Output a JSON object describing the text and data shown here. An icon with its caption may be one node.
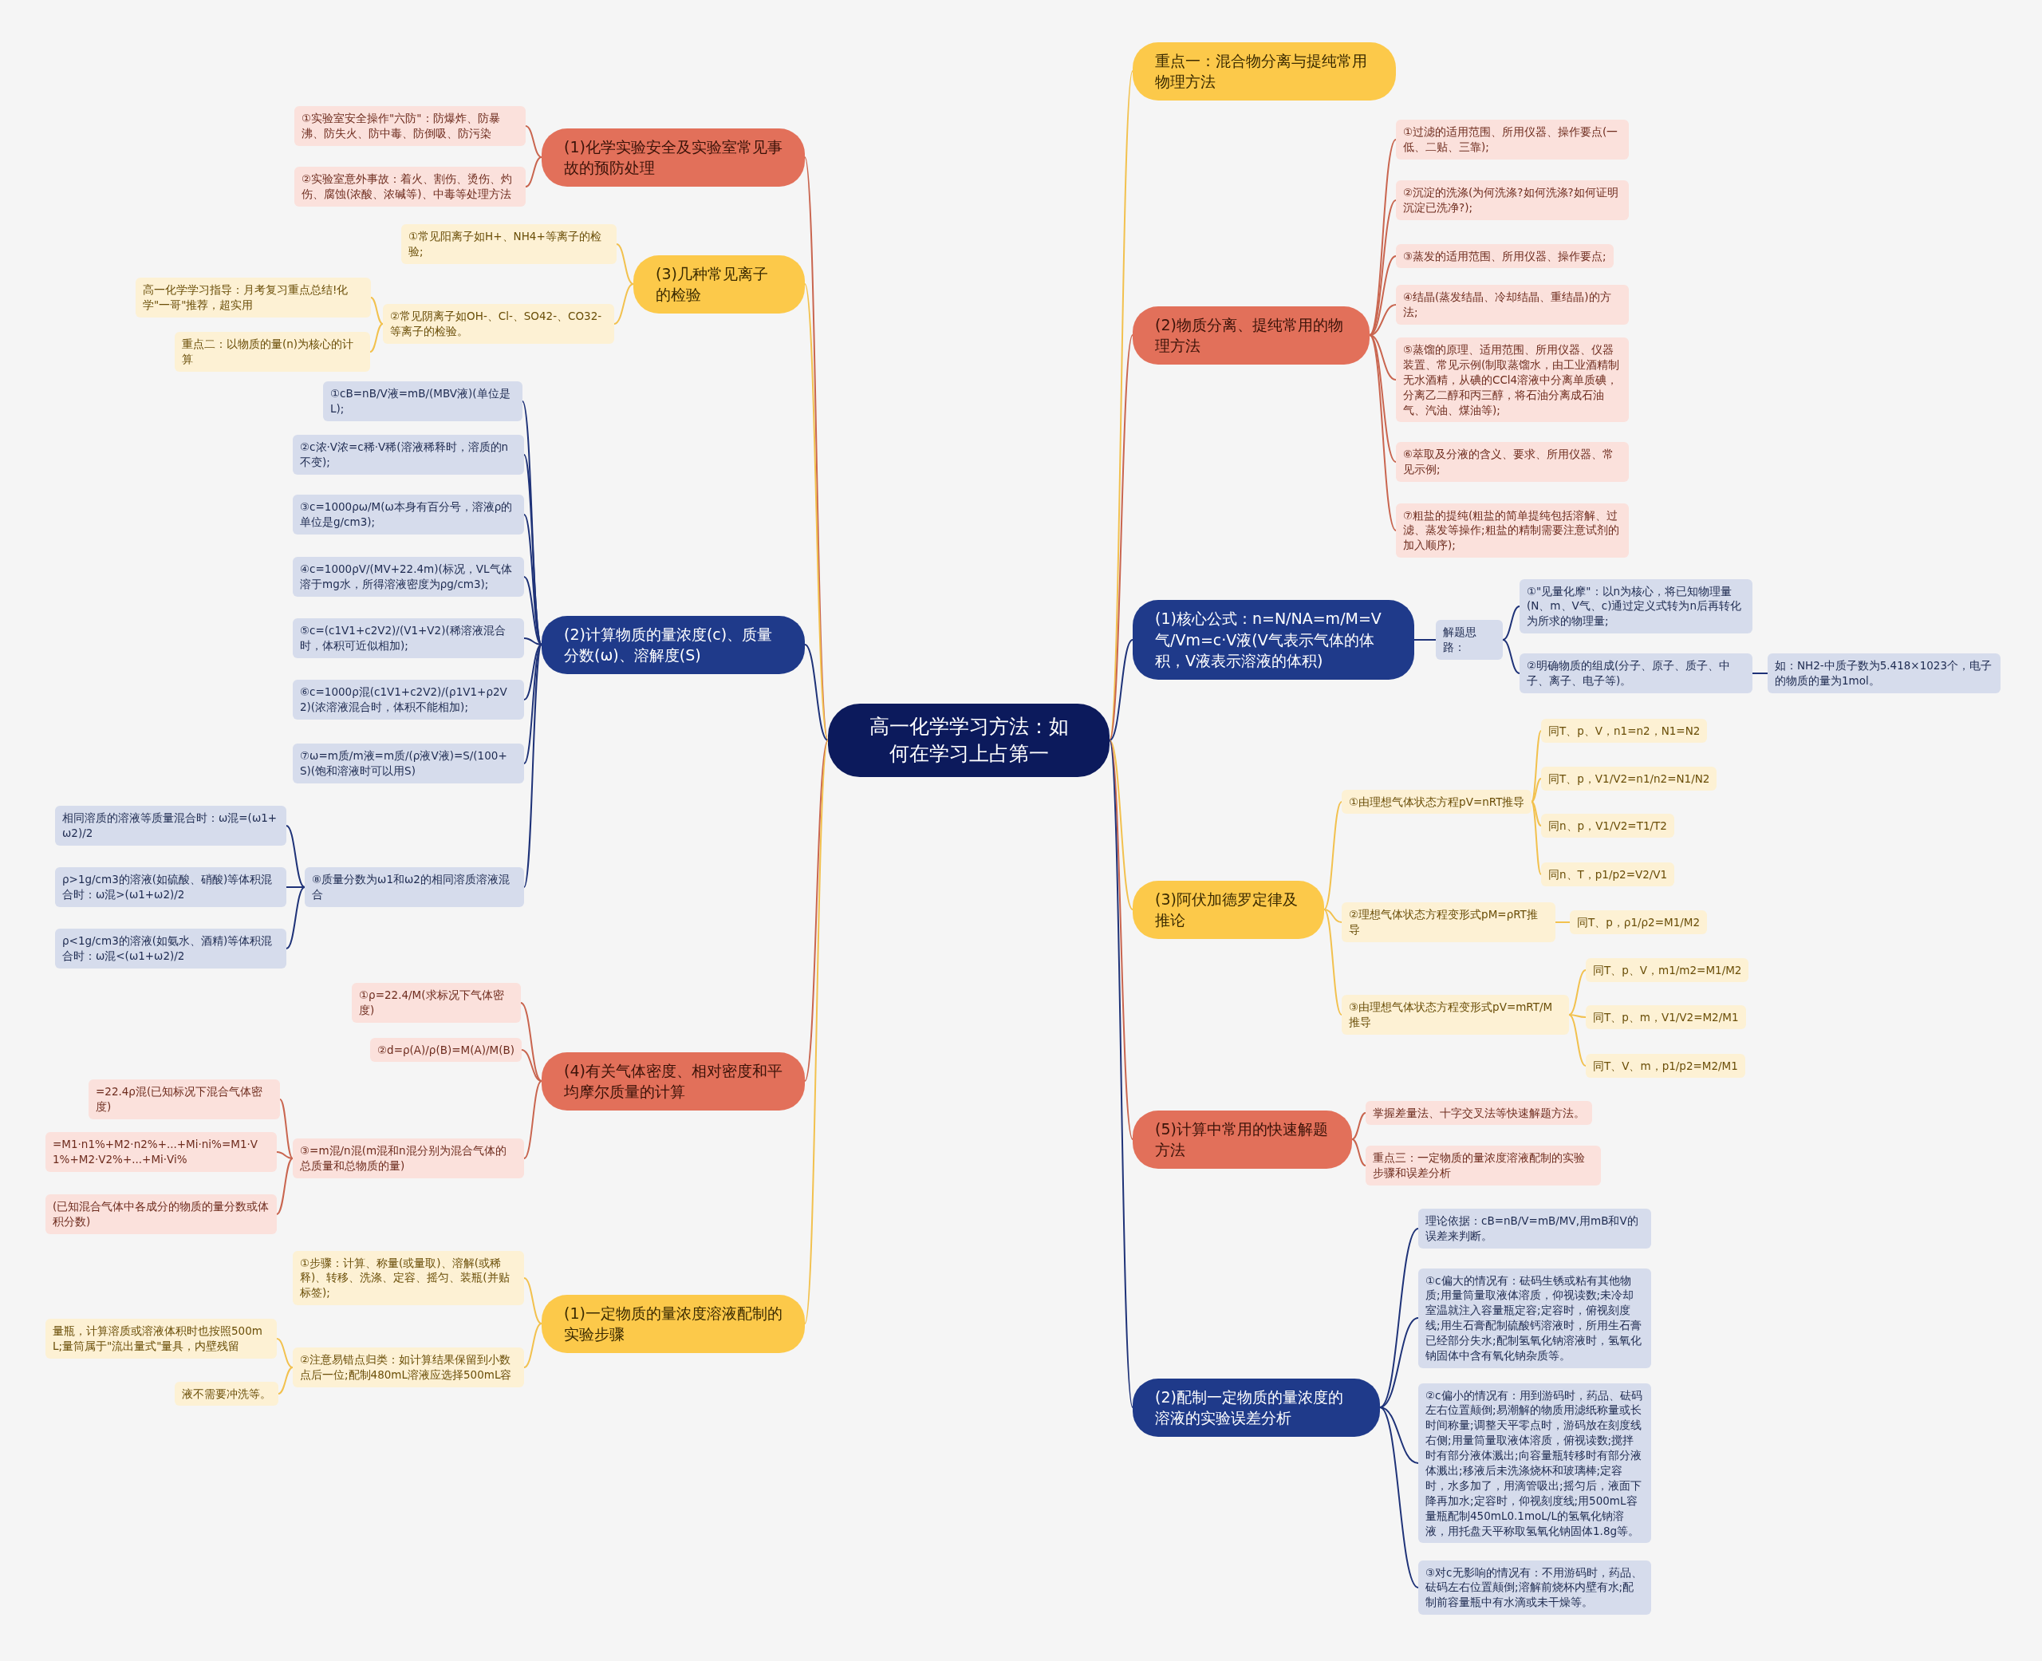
{
  "diagram": {
    "nodes": [
      {
        "text": [
          "高一化学学习方法：如何在学习上占第一"
        ]
      },
      {
        "text": [
          "重点一：混合物分离与提纯常用物理方法"
        ]
      },
      {
        "text": [
          "(2)物质分离、提纯常用的物理方法"
        ]
      },
      {
        "text": [
          "①过滤的适用范围、所用仪器、操作要点(一低、二贴、三靠);"
        ]
      },
      {
        "text": [
          "②沉淀的洗涤(为何洗涤?如何洗涤?如何证明沉淀已洗净?);"
        ]
      },
      {
        "text": [
          "③蒸发的适用范围、所用仪器、操作要点;"
        ]
      },
      {
        "text": [
          "④结晶(蒸发结晶、冷却结晶、重结晶)的方法;"
        ]
      },
      {
        "text": [
          "⑤蒸馏的原理、适用范围、所用仪器、仪器装置、常见示例(制取蒸馏水，由工业酒精制无水酒精，从碘的CCl4溶液中分离单质碘，分离乙二醇和丙三醇，将石油分离成石油气、汽油、煤油等);"
        ]
      },
      {
        "text": [
          "⑥萃取及分液的含义、要求、所用仪器、常见示例;"
        ]
      },
      {
        "text": [
          "⑦粗盐的提纯(粗盐的简单提纯包括溶解、过滤、蒸发等操作;粗盐的精制需要注意试剂的加入顺序);"
        ]
      },
      {
        "text": [
          "(1)核心公式：n=N/NA=m/M=V气/Vm=c·V液(V气表示气体的体积，V液表示溶液的体积)"
        ]
      },
      {
        "text": [
          "解题思路："
        ]
      },
      {
        "text": [
          "①\"见量化摩\"：以n为核心，将已知物理量(N、m、V气、c)通过定义式转为n后再转化为所求的物理量;"
        ]
      },
      {
        "text": [
          "②明确物质的组成(分子、原子、质子、中子、离子、电子等)。"
        ]
      },
      {
        "text": [
          "如：NH2-中质子数为5.418×1023个，电子的物质的量为1mol。"
        ]
      },
      {
        "text": [
          "(3)阿伏加德罗定律及推论"
        ]
      },
      {
        "text": [
          "①由理想气体状态方程pV=nRT推导"
        ]
      },
      {
        "text": [
          "同T、p、V，n1=n2，N1=N2"
        ]
      },
      {
        "text": [
          "同T、p，V1/V2=n1/n2=N1/N2"
        ]
      },
      {
        "text": [
          "同n、p，V1/V2=T1/T2"
        ]
      },
      {
        "text": [
          "同n、T，p1/p2=V2/V1"
        ]
      },
      {
        "text": [
          "②理想气体状态方程变形式pM=ρRT推导"
        ]
      },
      {
        "text": [
          "同T、p，ρ1/ρ2=M1/M2"
        ]
      },
      {
        "text": [
          "③由理想气体状态方程变形式pV=mRT/M推导"
        ]
      },
      {
        "text": [
          "同T、p、V，m1/m2=M1/M2"
        ]
      },
      {
        "text": [
          "同T、p、m，V1/V2=M2/M1"
        ]
      },
      {
        "text": [
          "同T、V、m，p1/p2=M2/M1"
        ]
      },
      {
        "text": [
          "(5)计算中常用的快速解题方法"
        ]
      },
      {
        "text": [
          "掌握差量法、十字交叉法等快速解题方法。"
        ]
      },
      {
        "text": [
          "重点三：一定物质的量浓度溶液配制的实验步骤和误差分析"
        ]
      },
      {
        "text": [
          "(2)配制一定物质的量浓度的溶液的实验误差分析"
        ]
      },
      {
        "text": [
          "理论依据：cB=nB/V=mB/MV,用mB和V的误差来判断。"
        ]
      },
      {
        "text": [
          "①c偏大的情况有：砝码生锈或粘有其他物质;用量筒量取液体溶质，仰视读数;未冷却室温就注入容量瓶定容;定容时，俯视刻度线;用生石膏配制硫酸钙溶液时，所用生石膏已经部分失水;配制氢氧化钠溶液时，氢氧化钠固体中含有氧化钠杂质等。"
        ]
      },
      {
        "text": [
          "②c偏小的情况有：用到游码时，药品、砝码左右位置颠倒;易潮解的物质用滤纸称量或长时间称量;调整天平零点时，游码放在刻度线右侧;用量筒量取液体溶质，俯视读数;搅拌时有部分液体溅出;向容量瓶转移时有部分液体溅出;移液后未洗涤烧杯和玻璃棒;定容时，水多加了，用滴管吸出;摇匀后，液面下降再加水;定容时，仰视刻度线;用500mL容量瓶配制450mL0.1moL/L的氢氧化钠溶液，用托盘天平称取氢氧化钠固体1.8g等。"
        ]
      },
      {
        "text": [
          "③对c无影响的情况有：不用游码时，药品、砝码左右位置颠倒;溶解前烧杯内壁有水;配制前容量瓶中有水滴或未干燥等。"
        ]
      },
      {
        "text": [
          "(1)化学实验安全及实验室常见事故的预防处理"
        ]
      },
      {
        "text": [
          "①实验室安全操作\"六防\"：防爆炸、防暴沸、防失火、防中毒、防倒吸、防污染"
        ]
      },
      {
        "text": [
          "②实验室意外事故：着火、割伤、烫伤、灼伤、腐蚀(浓酸、浓碱等)、中毒等处理方法"
        ]
      },
      {
        "text": [
          "(3)几种常见离子的检验"
        ]
      },
      {
        "text": [
          "①常见阳离子如H+、NH4+等离子的检验;"
        ]
      },
      {
        "text": [
          "②常见阴离子如OH-、Cl-、SO42-、CO32-等离子的检验。"
        ]
      },
      {
        "text": [
          "高一化学学习指导：月考复习重点总结!化学\"一哥\"推荐，超实用"
        ]
      },
      {
        "text": [
          "重点二：以物质的量(n)为核心的计算"
        ]
      },
      {
        "text": [
          "(2)计算物质的量浓度(c)、质量分数(ω)、溶解度(S)"
        ]
      },
      {
        "text": [
          "①cB=nB/V液=mB/(MBV液)(单位是L);"
        ]
      },
      {
        "text": [
          "②c浓·V浓=c稀·V稀(溶液稀释时，溶质的n不变);"
        ]
      },
      {
        "text": [
          "③c=1000ρω/M(ω本身有百分号，溶液ρ的单位是g/cm3);"
        ]
      },
      {
        "text": [
          "④c=1000ρV/(MV+22.4m)(标况，VL气体溶于mg水，所得溶液密度为ρg/cm3);"
        ]
      },
      {
        "text": [
          "⑤c=(c1V1+c2V2)/(V1+V2)(稀溶液混合时，体积可近似相加);"
        ]
      },
      {
        "text": [
          "⑥c=1000ρ混(c1V1+c2V2)/(ρ1V1+ρ2V2)(浓溶液混合时，体积不能相加);"
        ]
      },
      {
        "text": [
          "⑦ω=m质/m液=m质/(ρ液V液)=S/(100+S)(饱和溶液时可以用S)"
        ]
      },
      {
        "text": [
          "⑧质量分数为ω1和ω2的相同溶质溶液混合"
        ]
      },
      {
        "text": [
          "相同溶质的溶液等质量混合时：ω混=(ω1+ω2)/2"
        ]
      },
      {
        "text": [
          "ρ>1g/cm3的溶液(如硫酸、硝酸)等体积混合时：ω混>(ω1+ω2)/2"
        ]
      },
      {
        "text": [
          "ρ<1g/cm3的溶液(如氨水、酒精)等体积混合时：ω混<(ω1+ω2)/2"
        ]
      },
      {
        "text": [
          "(4)有关气体密度、相对密度和平均摩尔质量的计算"
        ]
      },
      {
        "text": [
          "①ρ=22.4/M(求标况下气体密度)"
        ]
      },
      {
        "text": [
          "②d=ρ(A)/ρ(B)=M(A)/M(B)"
        ]
      },
      {
        "text": [
          "③=m混/n混(m混和n混分别为混合气体的总质量和总物质的量)"
        ]
      },
      {
        "text": [
          "=22.4ρ混(已知标况下混合气体密度)"
        ]
      },
      {
        "text": [
          "=M1·n1%+M2·n2%+...+Mi·ni%=M1·V1%+M2·V2%+...+Mi·Vi%"
        ]
      },
      {
        "text": [
          "(已知混合气体中各成分的物质的量分数或体积分数)"
        ]
      },
      {
        "text": [
          "(1)一定物质的量浓度溶液配制的实验步骤"
        ]
      },
      {
        "text": [
          "①步骤：计算、称量(或量取)、溶解(或稀释)、转移、洗涤、定容、摇匀、装瓶(并贴标签);"
        ]
      },
      {
        "text": [
          "②注意易错点归类：如计算结果保留到小数点后一位;配制480mL溶液应选择500mL容"
        ]
      },
      {
        "text": [
          "量瓶，计算溶质或溶液体积时也按照500mL;量筒属于\"流出量式\"量具，内壁残留"
        ]
      },
      {
        "text": [
          "液不需要冲洗等。"
        ]
      }
    ],
    "edges": [
      {
        "from": 0,
        "to": 1,
        "arrow": "none",
        "color": "#f2c14e"
      },
      {
        "from": 0,
        "to": 2,
        "arrow": "none",
        "color": "#c9654f"
      },
      {
        "from": 0,
        "to": 10,
        "arrow": "none",
        "color": "#1e3278"
      },
      {
        "from": 0,
        "to": 15,
        "arrow": "none",
        "color": "#f2c14e"
      },
      {
        "from": 0,
        "to": 27,
        "arrow": "none",
        "color": "#c9654f"
      },
      {
        "from": 0,
        "to": 30,
        "arrow": "none",
        "color": "#1e3278"
      },
      {
        "from": 0,
        "to": 35,
        "arrow": "none",
        "color": "#c9654f"
      },
      {
        "from": 0,
        "to": 38,
        "arrow": "none",
        "color": "#f2c14e"
      },
      {
        "from": 0,
        "to": 43,
        "arrow": "none",
        "color": "#1e3278"
      },
      {
        "from": 0,
        "to": 55,
        "arrow": "none",
        "color": "#c9654f"
      },
      {
        "from": 0,
        "to": 62,
        "arrow": "none",
        "color": "#f2c14e"
      },
      {
        "from": 2,
        "to": 3,
        "arrow": "none",
        "color": "#c9654f"
      },
      {
        "from": 2,
        "to": 4,
        "arrow": "none",
        "color": "#c9654f"
      },
      {
        "from": 2,
        "to": 5,
        "arrow": "none",
        "color": "#c9654f"
      },
      {
        "from": 2,
        "to": 6,
        "arrow": "none",
        "color": "#c9654f"
      },
      {
        "from": 2,
        "to": 7,
        "arrow": "none",
        "color": "#c9654f"
      },
      {
        "from": 2,
        "to": 8,
        "arrow": "none",
        "color": "#c9654f"
      },
      {
        "from": 2,
        "to": 9,
        "arrow": "none",
        "color": "#c9654f"
      },
      {
        "from": 10,
        "to": 11,
        "arrow": "none",
        "color": "#1e3278"
      },
      {
        "from": 11,
        "to": 12,
        "arrow": "none",
        "color": "#1e3278"
      },
      {
        "from": 11,
        "to": 13,
        "arrow": "none",
        "color": "#1e3278"
      },
      {
        "from": 13,
        "to": 14,
        "arrow": "none",
        "color": "#1e3278"
      },
      {
        "from": 15,
        "to": 16,
        "arrow": "none",
        "color": "#f2c14e"
      },
      {
        "from": 15,
        "to": 21,
        "arrow": "none",
        "color": "#f2c14e"
      },
      {
        "from": 15,
        "to": 23,
        "arrow": "none",
        "color": "#f2c14e"
      },
      {
        "from": 16,
        "to": 17,
        "arrow": "none",
        "color": "#f2c14e"
      },
      {
        "from": 16,
        "to": 18,
        "arrow": "none",
        "color": "#f2c14e"
      },
      {
        "from": 16,
        "to": 19,
        "arrow": "none",
        "color": "#f2c14e"
      },
      {
        "from": 16,
        "to": 20,
        "arrow": "none",
        "color": "#f2c14e"
      },
      {
        "from": 21,
        "to": 22,
        "arrow": "none",
        "color": "#f2c14e"
      },
      {
        "from": 23,
        "to": 24,
        "arrow": "none",
        "color": "#f2c14e"
      },
      {
        "from": 23,
        "to": 25,
        "arrow": "none",
        "color": "#f2c14e"
      },
      {
        "from": 23,
        "to": 26,
        "arrow": "none",
        "color": "#f2c14e"
      },
      {
        "from": 27,
        "to": 28,
        "arrow": "none",
        "color": "#c9654f"
      },
      {
        "from": 27,
        "to": 29,
        "arrow": "none",
        "color": "#c9654f"
      },
      {
        "from": 30,
        "to": 31,
        "arrow": "none",
        "color": "#1e3278"
      },
      {
        "from": 30,
        "to": 32,
        "arrow": "none",
        "color": "#1e3278"
      },
      {
        "from": 30,
        "to": 33,
        "arrow": "none",
        "color": "#1e3278"
      },
      {
        "from": 30,
        "to": 34,
        "arrow": "none",
        "color": "#1e3278"
      },
      {
        "from": 35,
        "to": 36,
        "arrow": "none",
        "color": "#c9654f"
      },
      {
        "from": 35,
        "to": 37,
        "arrow": "none",
        "color": "#c9654f"
      },
      {
        "from": 38,
        "to": 39,
        "arrow": "none",
        "color": "#f2c14e"
      },
      {
        "from": 38,
        "to": 40,
        "arrow": "none",
        "color": "#f2c14e"
      },
      {
        "from": 40,
        "to": 41,
        "arrow": "none",
        "color": "#f2c14e"
      },
      {
        "from": 40,
        "to": 42,
        "arrow": "none",
        "color": "#f2c14e"
      },
      {
        "from": 43,
        "to": 44,
        "arrow": "none",
        "color": "#1e3278"
      },
      {
        "from": 43,
        "to": 45,
        "arrow": "none",
        "color": "#1e3278"
      },
      {
        "from": 43,
        "to": 46,
        "arrow": "none",
        "color": "#1e3278"
      },
      {
        "from": 43,
        "to": 47,
        "arrow": "none",
        "color": "#1e3278"
      },
      {
        "from": 43,
        "to": 48,
        "arrow": "none",
        "color": "#1e3278"
      },
      {
        "from": 43,
        "to": 49,
        "arrow": "none",
        "color": "#1e3278"
      },
      {
        "from": 43,
        "to": 50,
        "arrow": "none",
        "color": "#1e3278"
      },
      {
        "from": 43,
        "to": 51,
        "arrow": "none",
        "color": "#1e3278"
      },
      {
        "from": 51,
        "to": 52,
        "arrow": "none",
        "color": "#1e3278"
      },
      {
        "from": 51,
        "to": 53,
        "arrow": "none",
        "color": "#1e3278"
      },
      {
        "from": 51,
        "to": 54,
        "arrow": "none",
        "color": "#1e3278"
      },
      {
        "from": 55,
        "to": 56,
        "arrow": "none",
        "color": "#c9654f"
      },
      {
        "from": 55,
        "to": 57,
        "arrow": "none",
        "color": "#c9654f"
      },
      {
        "from": 55,
        "to": 58,
        "arrow": "none",
        "color": "#c9654f"
      },
      {
        "from": 58,
        "to": 59,
        "arrow": "none",
        "color": "#c9654f"
      },
      {
        "from": 58,
        "to": 60,
        "arrow": "none",
        "color": "#c9654f"
      },
      {
        "from": 58,
        "to": 61,
        "arrow": "none",
        "color": "#c9654f"
      },
      {
        "from": 62,
        "to": 63,
        "arrow": "none",
        "color": "#f2c14e"
      },
      {
        "from": 62,
        "to": 64,
        "arrow": "none",
        "color": "#f2c14e"
      },
      {
        "from": 64,
        "to": 65,
        "arrow": "none",
        "color": "#f2c14e"
      },
      {
        "from": 64,
        "to": 66,
        "arrow": "none",
        "color": "#f2c14e"
      }
    ]
  }
}
